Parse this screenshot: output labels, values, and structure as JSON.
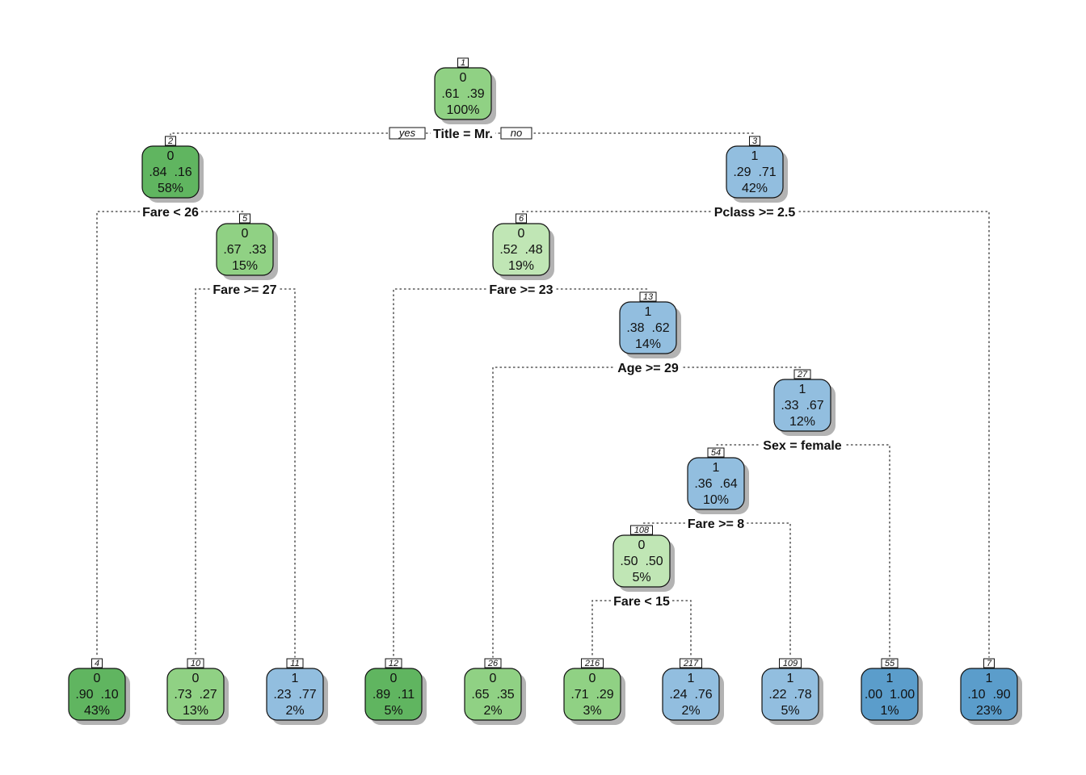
{
  "colors": {
    "g1": "#60b560",
    "g2": "#90d184",
    "g3": "#c0e6b5",
    "b1": "#92bedf",
    "b2": "#5b9dcb"
  },
  "tree": {
    "yes_label": "yes",
    "no_label": "no",
    "nodes": [
      {
        "id": "1",
        "cls": "0",
        "probs": ".61  .39",
        "pct": "100%",
        "color": "g2"
      },
      {
        "id": "2",
        "cls": "0",
        "probs": ".84  .16",
        "pct": "58%",
        "color": "g1"
      },
      {
        "id": "3",
        "cls": "1",
        "probs": ".29  .71",
        "pct": "42%",
        "color": "b1"
      },
      {
        "id": "5",
        "cls": "0",
        "probs": ".67  .33",
        "pct": "15%",
        "color": "g2"
      },
      {
        "id": "6",
        "cls": "0",
        "probs": ".52  .48",
        "pct": "19%",
        "color": "g3"
      },
      {
        "id": "13",
        "cls": "1",
        "probs": ".38  .62",
        "pct": "14%",
        "color": "b1"
      },
      {
        "id": "27",
        "cls": "1",
        "probs": ".33  .67",
        "pct": "12%",
        "color": "b1"
      },
      {
        "id": "54",
        "cls": "1",
        "probs": ".36  .64",
        "pct": "10%",
        "color": "b1"
      },
      {
        "id": "108",
        "cls": "0",
        "probs": ".50  .50",
        "pct": "5%",
        "color": "g3"
      },
      {
        "id": "4",
        "cls": "0",
        "probs": ".90  .10",
        "pct": "43%",
        "color": "g1"
      },
      {
        "id": "10",
        "cls": "0",
        "probs": ".73  .27",
        "pct": "13%",
        "color": "g2"
      },
      {
        "id": "11",
        "cls": "1",
        "probs": ".23  .77",
        "pct": "2%",
        "color": "b1"
      },
      {
        "id": "12",
        "cls": "0",
        "probs": ".89  .11",
        "pct": "5%",
        "color": "g1"
      },
      {
        "id": "26",
        "cls": "0",
        "probs": ".65  .35",
        "pct": "2%",
        "color": "g2"
      },
      {
        "id": "216",
        "cls": "0",
        "probs": ".71  .29",
        "pct": "3%",
        "color": "g2"
      },
      {
        "id": "217",
        "cls": "1",
        "probs": ".24  .76",
        "pct": "2%",
        "color": "b1"
      },
      {
        "id": "109",
        "cls": "1",
        "probs": ".22  .78",
        "pct": "5%",
        "color": "b1"
      },
      {
        "id": "55",
        "cls": "1",
        "probs": ".00  1.00",
        "pct": "1%",
        "color": "b2"
      },
      {
        "id": "7",
        "cls": "1",
        "probs": ".10  .90",
        "pct": "23%",
        "color": "b2"
      }
    ],
    "splits": [
      {
        "node": "1",
        "text": "Title = Mr.",
        "left": "2",
        "right": "3"
      },
      {
        "node": "2",
        "text": "Fare < 26",
        "left": "4",
        "right": "5"
      },
      {
        "node": "5",
        "text": "Fare >= 27",
        "left": "10",
        "right": "11"
      },
      {
        "node": "3",
        "text": "Pclass >= 2.5",
        "left": "6",
        "right": "7"
      },
      {
        "node": "6",
        "text": "Fare >= 23",
        "left": "12",
        "right": "13"
      },
      {
        "node": "13",
        "text": "Age >= 29",
        "left": "26",
        "right": "27"
      },
      {
        "node": "27",
        "text": "Sex = female",
        "left": "54",
        "right": "55"
      },
      {
        "node": "54",
        "text": "Fare >= 8",
        "left": "108",
        "right": "109"
      },
      {
        "node": "108",
        "text": "Fare < 15",
        "left": "216",
        "right": "217"
      }
    ]
  }
}
